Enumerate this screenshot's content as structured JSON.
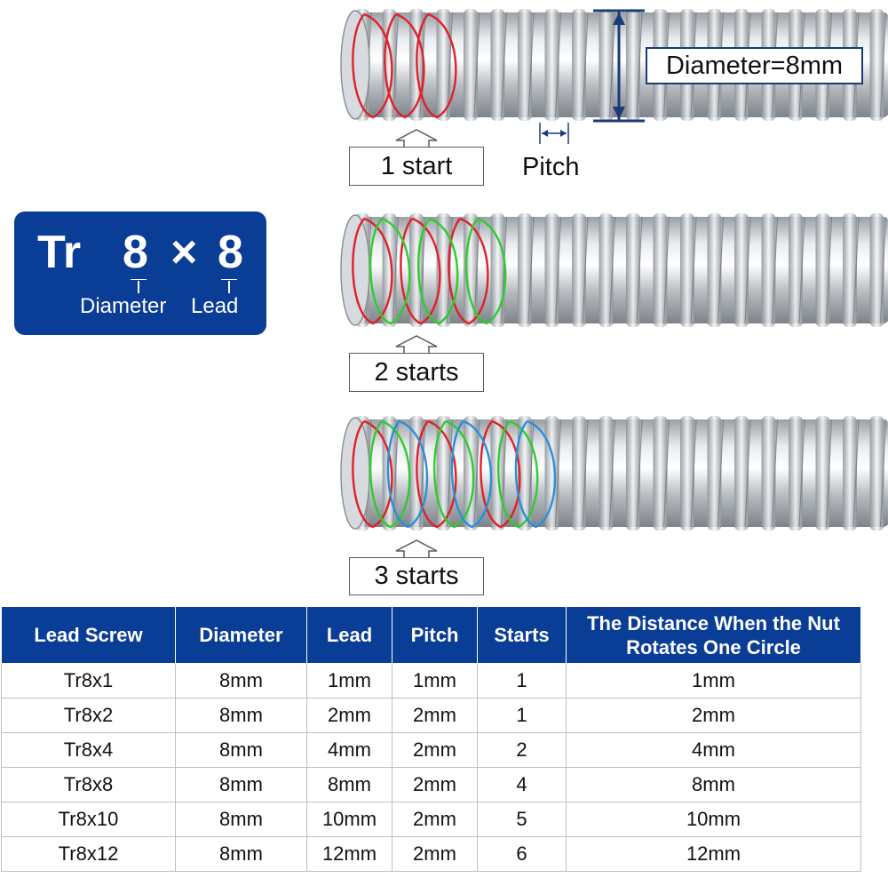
{
  "badge": {
    "prefix": "Tr",
    "diameter_value": "8",
    "times": "×",
    "lead_value": "8",
    "diameter_label": "Diameter",
    "lead_label": "Lead",
    "color": "#0a3d96"
  },
  "screws": [
    {
      "label": "1 start",
      "starts": 1
    },
    {
      "label": "2 starts",
      "starts": 2
    },
    {
      "label": "3 starts",
      "starts": 3
    }
  ],
  "annotations": {
    "diameter": "Diameter=8mm",
    "pitch": "Pitch"
  },
  "thread_colors": [
    "#e0202a",
    "#2ecc2e",
    "#2a8fd8"
  ],
  "table": {
    "headers": [
      "Lead Screw",
      "Diameter",
      "Lead",
      "Pitch",
      "Starts",
      "The Distance When the Nut Rotates One Circle"
    ],
    "rows": [
      [
        "Tr8x1",
        "8mm",
        "1mm",
        "1mm",
        "1",
        "1mm"
      ],
      [
        "Tr8x2",
        "8mm",
        "2mm",
        "2mm",
        "1",
        "2mm"
      ],
      [
        "Tr8x4",
        "8mm",
        "4mm",
        "2mm",
        "2",
        "4mm"
      ],
      [
        "Tr8x8",
        "8mm",
        "8mm",
        "2mm",
        "4",
        "8mm"
      ],
      [
        "Tr8x10",
        "8mm",
        "10mm",
        "2mm",
        "5",
        "10mm"
      ],
      [
        "Tr8x12",
        "8mm",
        "12mm",
        "2mm",
        "6",
        "12mm"
      ]
    ]
  }
}
